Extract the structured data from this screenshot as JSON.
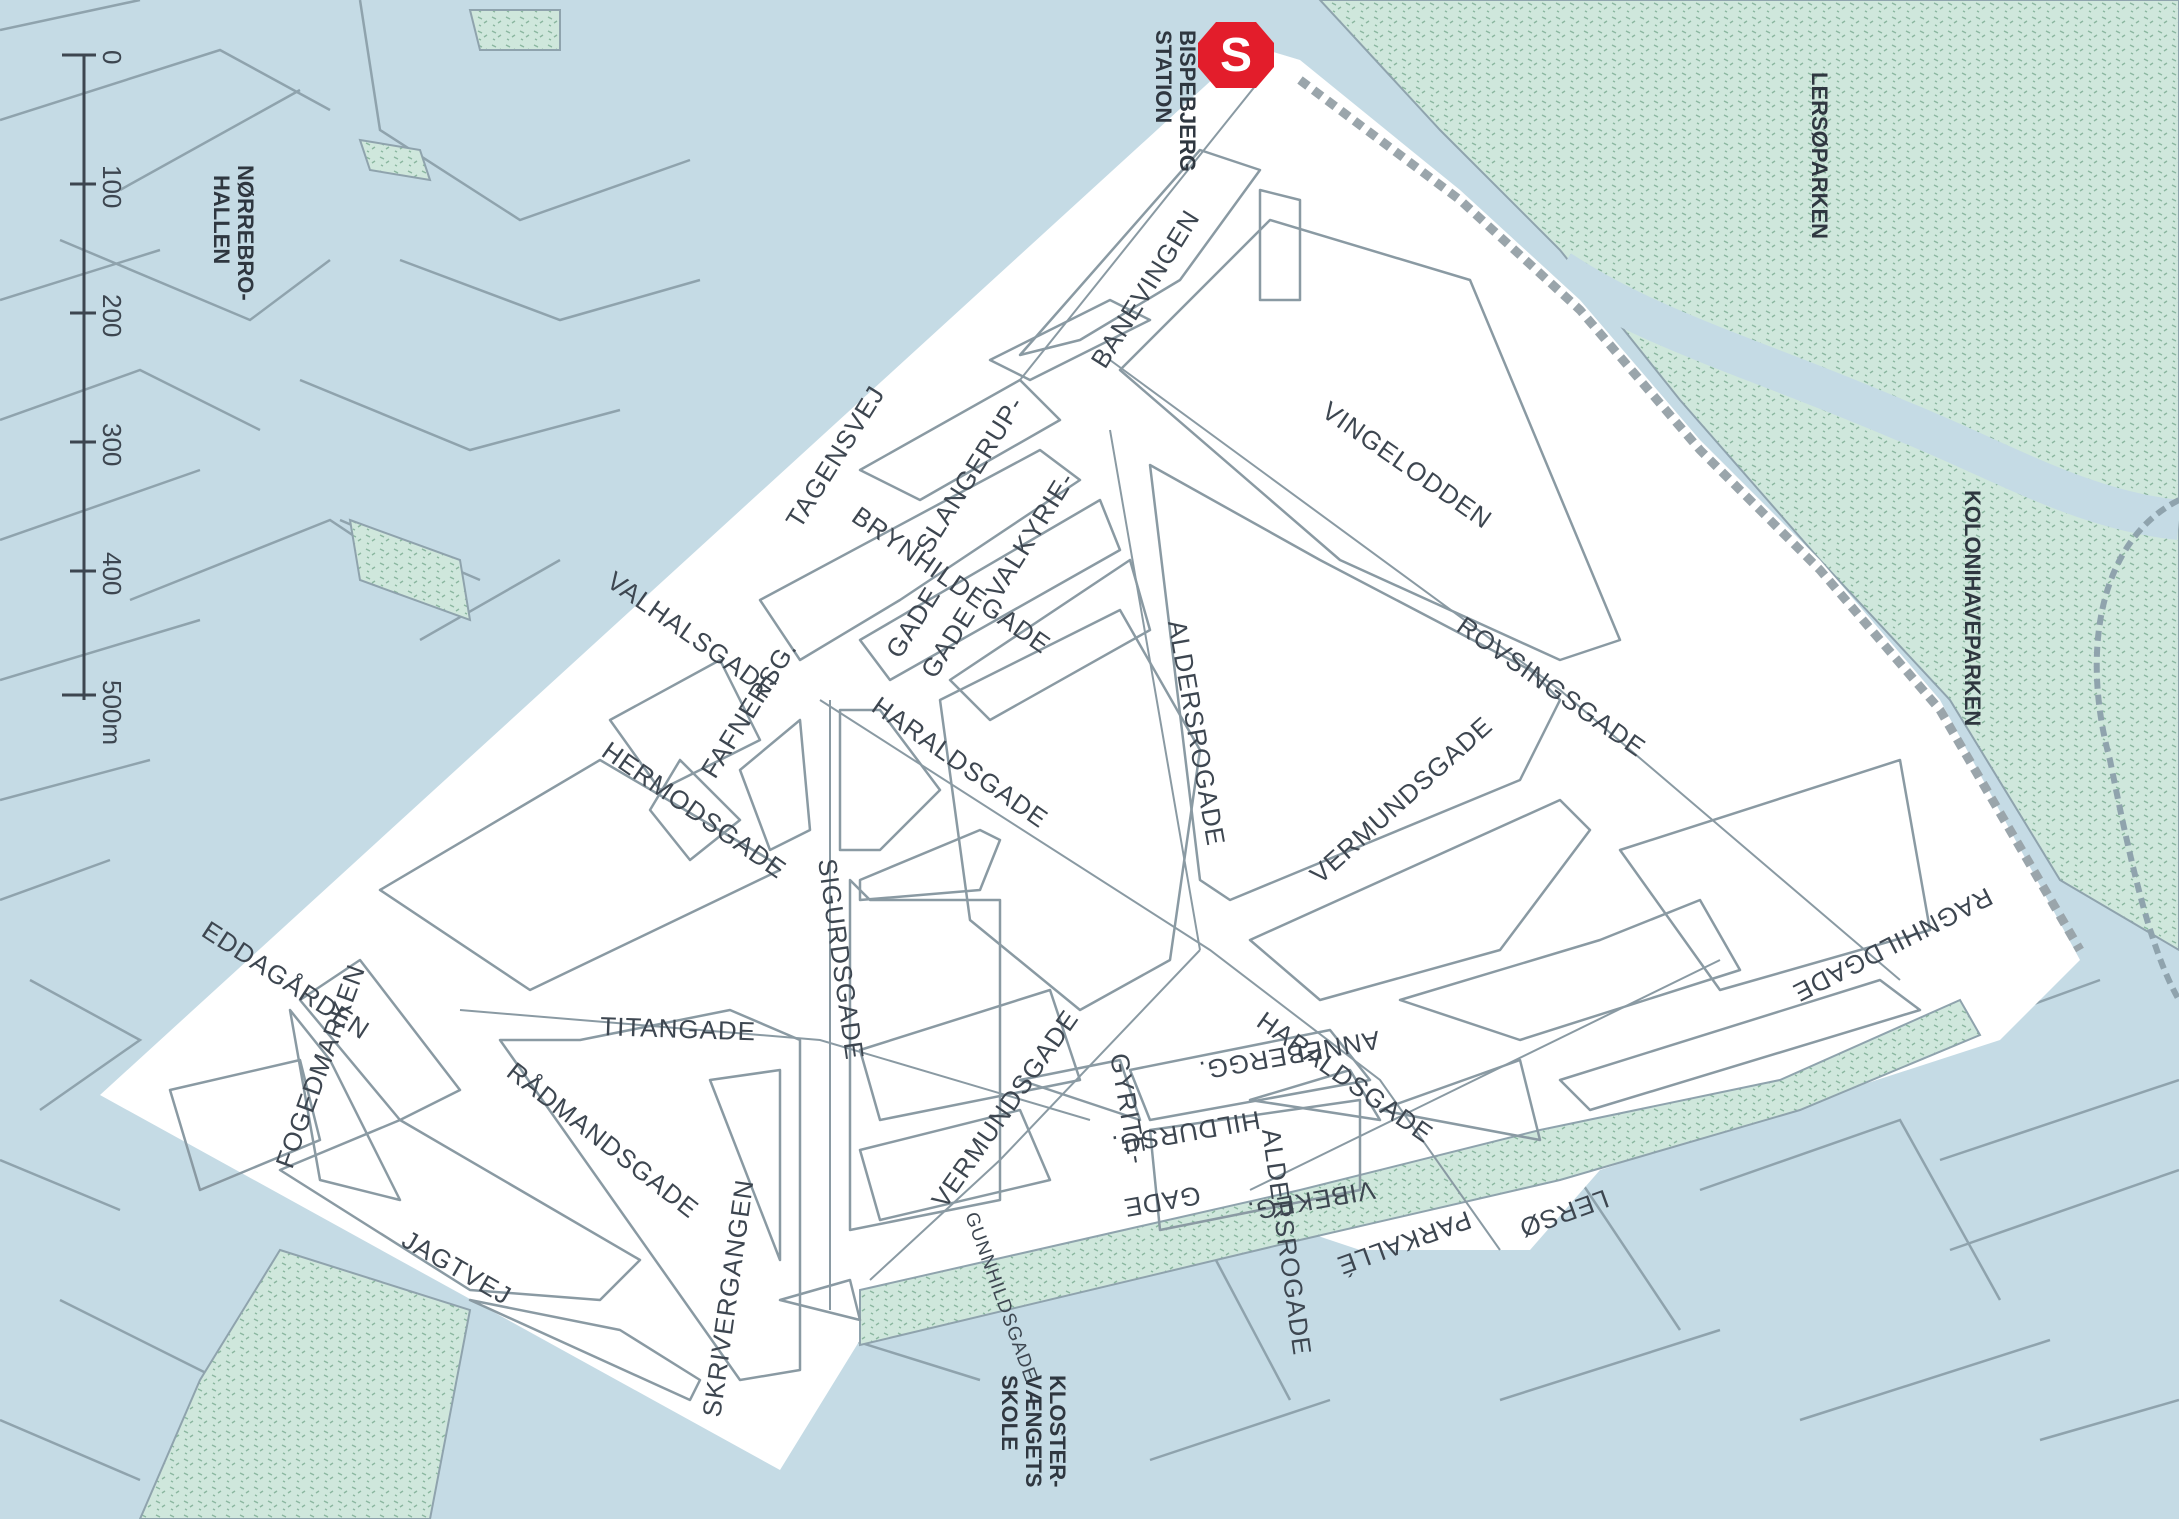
{
  "colors": {
    "water_blue": "#c5dbe5",
    "block_line": "#8fa3ad",
    "district_fill": "#ffffff",
    "park_green": "#cfe7dc",
    "park_pattern": "#8bb7a0",
    "station_red": "#e31d2b",
    "text": "#3d4650"
  },
  "station": {
    "icon": "s-train-icon",
    "letter": "S",
    "label_line1": "BISPEBJERG",
    "label_line2": "STATION"
  },
  "scale": {
    "ticks": [
      "0",
      "100",
      "200",
      "300",
      "400",
      "500m"
    ]
  },
  "places": {
    "norrebrohallen_line1": "NØRREBRO-",
    "norrebrohallen_line2": "HALLEN",
    "lersoparken": "LERSØPARKEN",
    "kolonihaveparken": "KOLONIHAVEPARKEN",
    "klostervaenget_line1": "KLOSTER-",
    "klostervaenget_line2": "VÆNGETS",
    "klostervaenget_line3": "SKOLE",
    "eddagarden": "EDDAGÅRDEN"
  },
  "streets": {
    "banevingen": "BANEVINGEN",
    "vingelodden": "VINGELODDEN",
    "tagensvej": "TAGENSVEJ",
    "slangerup": "SLANGERUP-",
    "slangerup_gade": "GADE",
    "brynhildegade": "BRYNHILDEGADE",
    "valkyrie": "VALKYRIE-",
    "valkyrie_gade": "GADE",
    "valhalsgade": "VALHALSGADE",
    "fafnersg": "FAFNERSG.",
    "aldersrogade_1": "ALDERSROGADE",
    "aldersrogade_2": "ALDERSROGADE",
    "rovsingsgade": "ROVSINGSGADE",
    "haraldsgade_1": "HARALDSGADE",
    "haraldsgade_2": "HARALDSGADE",
    "hermodsgade": "HERMODSGADE",
    "sigurdsgade": "SIGURDSGADE",
    "vermundsgade_1": "VERMUNDSGADE",
    "vermundsgade_2": "VERMUNDSGADE",
    "titangade": "TITANGADE",
    "ragnhildgade": "RAGNHILDGADE",
    "annebergg": "ANNEBERGG.",
    "hildursg": "HILDURSG.",
    "vibekeg": "VIBEKEG.",
    "gyritegade_1": "GYRITE-",
    "gyritegade_2": "GADE",
    "gunnhildsgade": "GUNNHILDSGADE",
    "fogedmarken": "FOGEDMARKEN",
    "radmandsgade": "RÅDMANDSGADE",
    "skrivergangen": "SKRIVERGANGEN",
    "jagtvej": "JAGTVEJ",
    "parkalle": "PARKALLÉ",
    "lerso": "LERSØ"
  }
}
